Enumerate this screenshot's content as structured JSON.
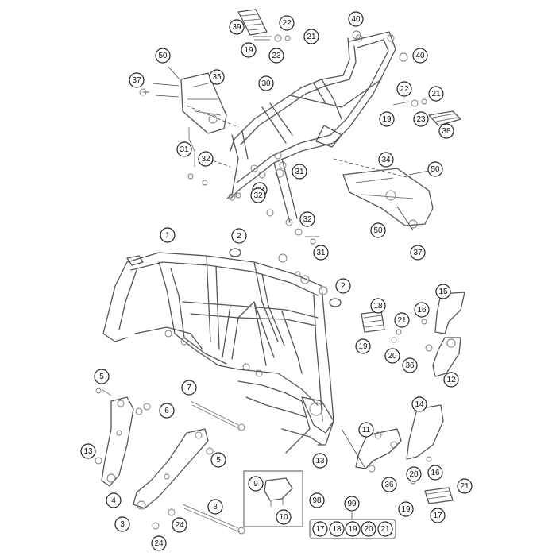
{
  "callouts": [
    {
      "id": "39",
      "label": "39"
    },
    {
      "id": "22a",
      "label": "22"
    },
    {
      "id": "21a",
      "label": "21"
    },
    {
      "id": "19a",
      "label": "19"
    },
    {
      "id": "23a",
      "label": "23"
    },
    {
      "id": "40a",
      "label": "40"
    },
    {
      "id": "40b",
      "label": "40"
    },
    {
      "id": "50a",
      "label": "50"
    },
    {
      "id": "37a",
      "label": "37"
    },
    {
      "id": "35",
      "label": "35"
    },
    {
      "id": "30",
      "label": "30"
    },
    {
      "id": "22b",
      "label": "22"
    },
    {
      "id": "21b",
      "label": "21"
    },
    {
      "id": "19b",
      "label": "19"
    },
    {
      "id": "23b",
      "label": "23"
    },
    {
      "id": "38",
      "label": "38"
    },
    {
      "id": "31a",
      "label": "31"
    },
    {
      "id": "32a",
      "label": "32"
    },
    {
      "id": "34",
      "label": "34"
    },
    {
      "id": "50b",
      "label": "50"
    },
    {
      "id": "31b",
      "label": "31"
    },
    {
      "id": "33",
      "label": "33"
    },
    {
      "id": "32b",
      "label": "32"
    },
    {
      "id": "32c",
      "label": "32"
    },
    {
      "id": "50c",
      "label": "50"
    },
    {
      "id": "37b",
      "label": "37"
    },
    {
      "id": "31c",
      "label": "31"
    },
    {
      "id": "1",
      "label": "1"
    },
    {
      "id": "2a",
      "label": "2"
    },
    {
      "id": "2b",
      "label": "2"
    },
    {
      "id": "15",
      "label": "15"
    },
    {
      "id": "18",
      "label": "18"
    },
    {
      "id": "16a",
      "label": "16"
    },
    {
      "id": "21c",
      "label": "21"
    },
    {
      "id": "19c",
      "label": "19"
    },
    {
      "id": "20a",
      "label": "20"
    },
    {
      "id": "36a",
      "label": "36"
    },
    {
      "id": "12",
      "label": "12"
    },
    {
      "id": "5a",
      "label": "5"
    },
    {
      "id": "7",
      "label": "7"
    },
    {
      "id": "6",
      "label": "6"
    },
    {
      "id": "4",
      "label": "4"
    },
    {
      "id": "13a",
      "label": "13"
    },
    {
      "id": "5b",
      "label": "5"
    },
    {
      "id": "14",
      "label": "14"
    },
    {
      "id": "11",
      "label": "11"
    },
    {
      "id": "13b",
      "label": "13"
    },
    {
      "id": "9",
      "label": "9"
    },
    {
      "id": "98",
      "label": "98"
    },
    {
      "id": "10",
      "label": "10"
    },
    {
      "id": "8",
      "label": "8"
    },
    {
      "id": "3",
      "label": "3"
    },
    {
      "id": "24a",
      "label": "24"
    },
    {
      "id": "24b",
      "label": "24"
    },
    {
      "id": "36b",
      "label": "36"
    },
    {
      "id": "20b",
      "label": "20"
    },
    {
      "id": "16b",
      "label": "16"
    },
    {
      "id": "21d",
      "label": "21"
    },
    {
      "id": "19d",
      "label": "19"
    },
    {
      "id": "17a",
      "label": "17"
    },
    {
      "id": "99",
      "label": "99"
    },
    {
      "id": "k17",
      "label": "17"
    },
    {
      "id": "k18",
      "label": "18"
    },
    {
      "id": "k19",
      "label": "19"
    },
    {
      "id": "k20",
      "label": "20"
    },
    {
      "id": "k21",
      "label": "21"
    }
  ]
}
